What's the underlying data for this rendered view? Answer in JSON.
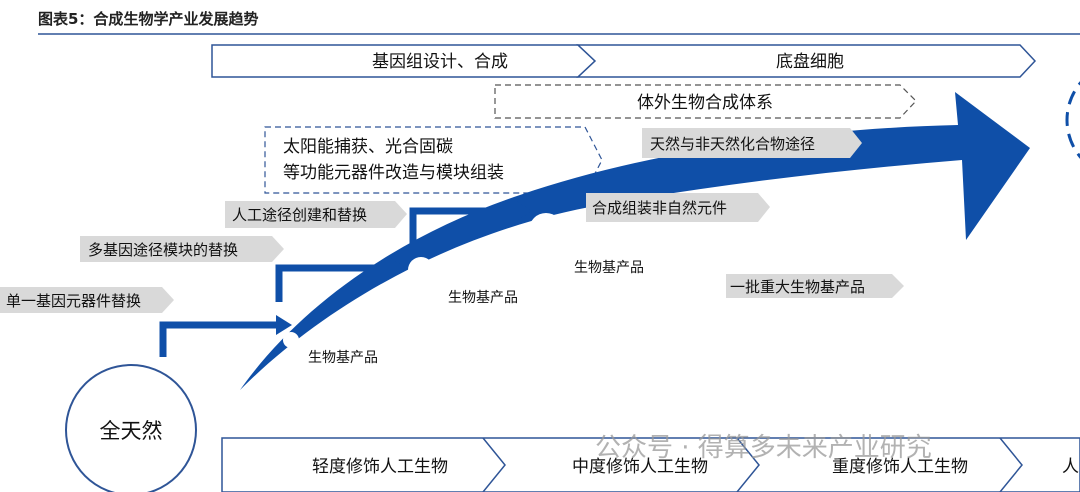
{
  "title": "图表5：合成生物学产业发展趋势",
  "top_bar": [
    "基因组设计、合成",
    "底盘细胞"
  ],
  "in_vitro": "体外生物合成体系",
  "solar_box": [
    "太阳能捕获、光合固碳",
    "等功能元器件改造与模块组装"
  ],
  "gray_labels": {
    "pathways": "天然与非天然化合物途径",
    "assembly": "合成组装非自然元件",
    "products": "一批重大生物基产品",
    "artificial": "人工途径创建和替换",
    "multigene": "多基因途径模块的替换",
    "single": "单一基因元器件替换"
  },
  "bio_products": [
    "生物基产品",
    "生物基产品",
    "生物基产品"
  ],
  "natural": "全天然",
  "bottom_bar": [
    "轻度修饰人工生物",
    "中度修饰人工生物",
    "重度修饰人工生物",
    "人"
  ],
  "watermark": "公众号 · 得算多未来产业研究",
  "colors": {
    "blue": "#0f4fa8",
    "outline": "#2f5597",
    "gray": "#d9d9d9"
  }
}
